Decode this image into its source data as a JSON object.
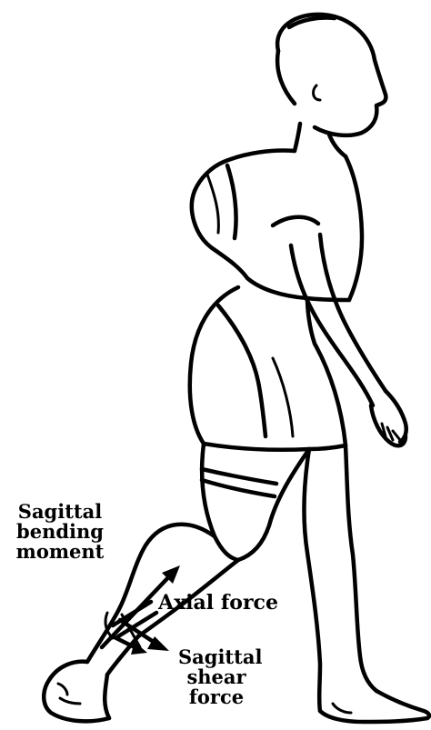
{
  "labels": {
    "bending_line1": "Sagittal",
    "bending_line2": "bending",
    "bending_line3": "moment",
    "axial": "Axial force",
    "shear_line1": "Sagittal",
    "shear_line2": "shear",
    "shear_line3": "force"
  }
}
